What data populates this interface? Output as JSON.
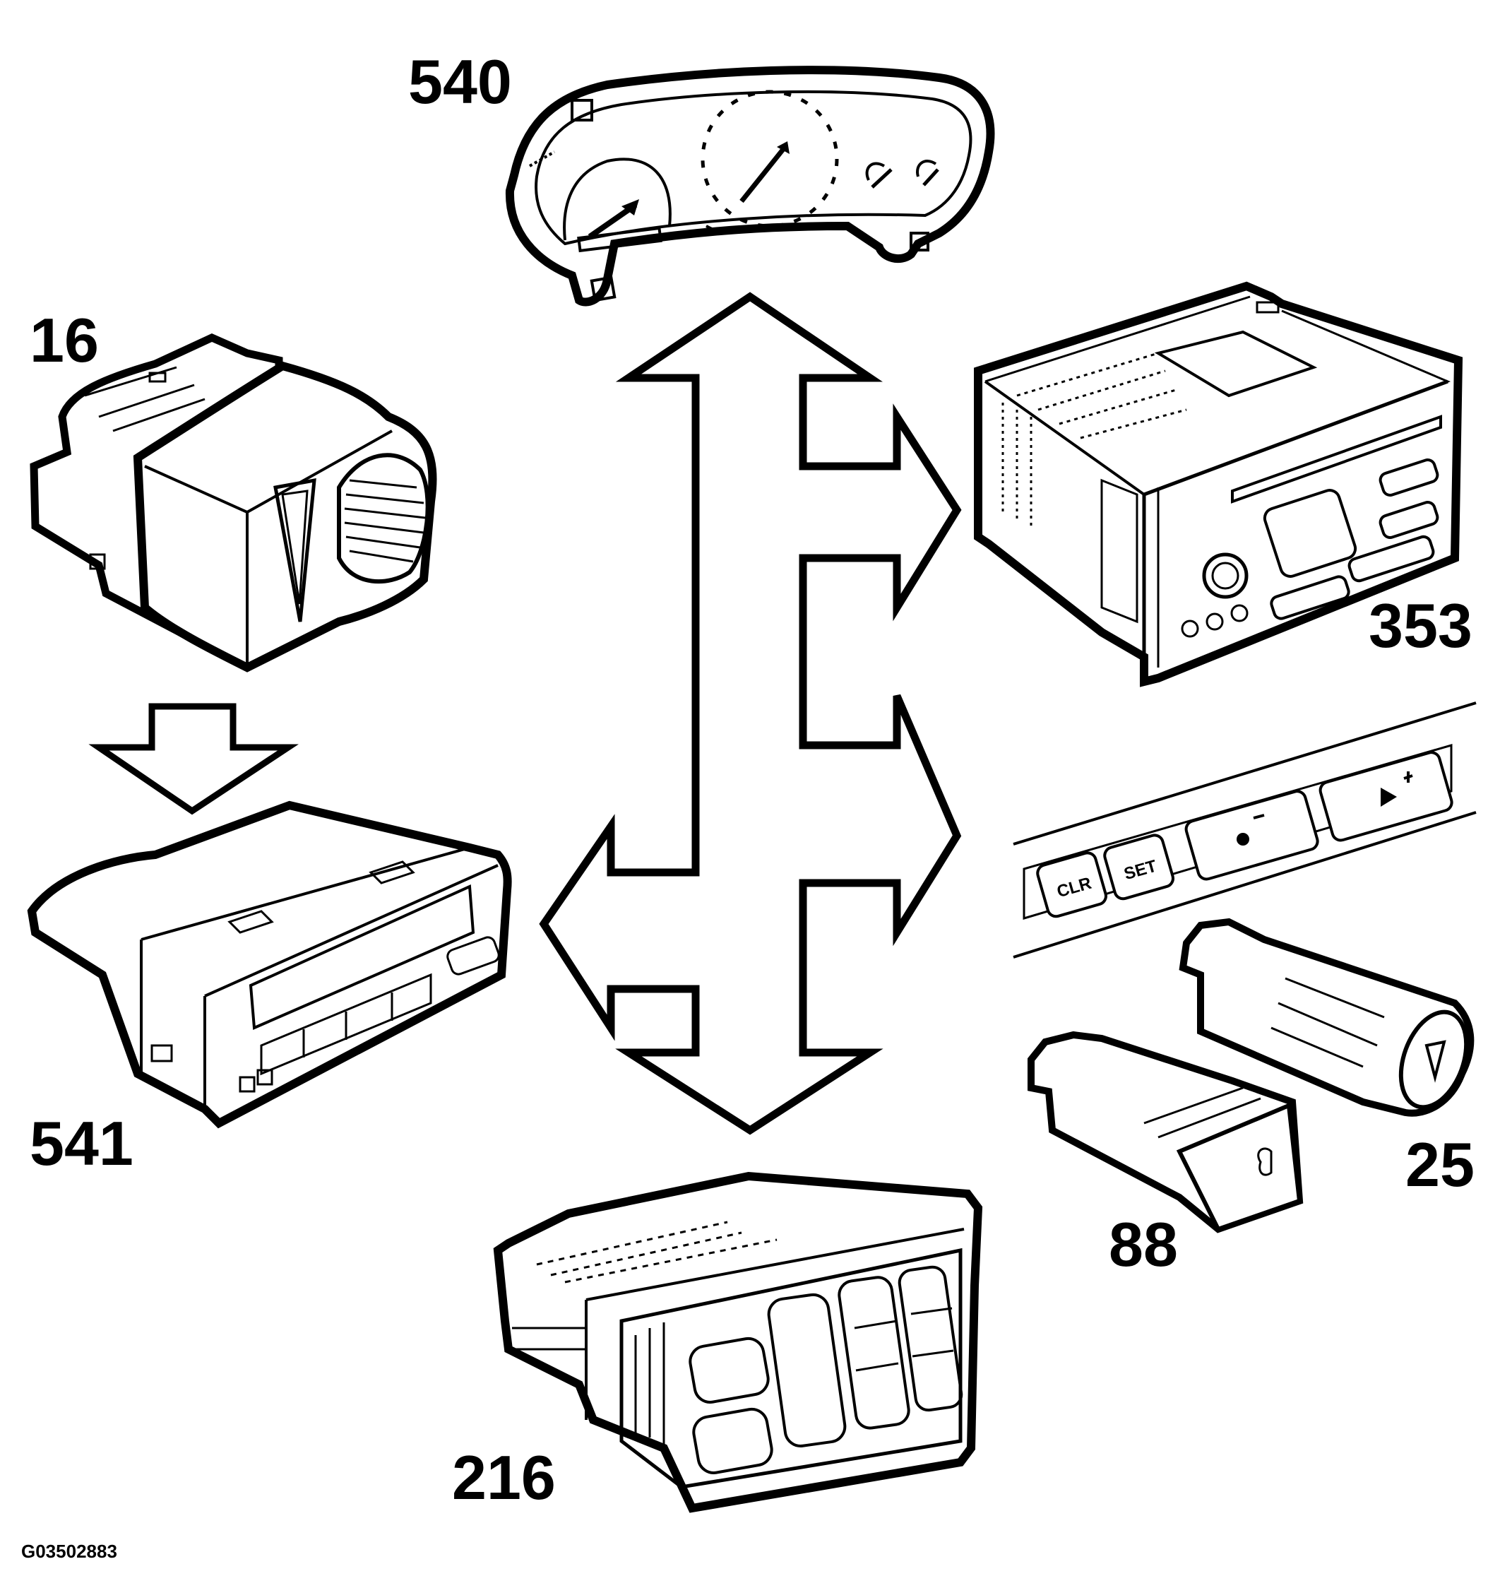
{
  "labels": {
    "instrument_cluster": "540",
    "hazard_switch": "16",
    "radio": "353",
    "info_display": "541",
    "climate_control": "216",
    "fog_light_switch": "88",
    "hazard_button": "25"
  },
  "display_buttons": {
    "clr": "CLR",
    "set": "SET"
  },
  "figure_id": "G03502883"
}
